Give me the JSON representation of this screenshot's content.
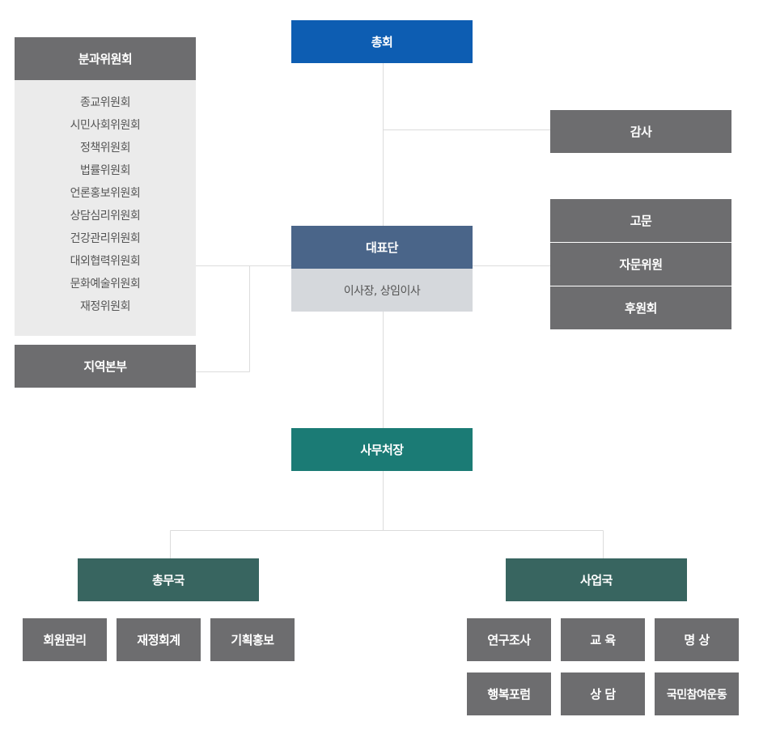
{
  "top": {
    "label": "총회"
  },
  "audit": {
    "label": "감사"
  },
  "advisory": [
    "고문",
    "자문위원",
    "후원회"
  ],
  "leadership": {
    "label": "대표단",
    "members": "이사장, 상임이사"
  },
  "committees": {
    "header": "분과위원회",
    "items": [
      "종교위원회",
      "시민사회위원회",
      "정책위원회",
      "법률위원회",
      "언론홍보위원회",
      "상담심리위원회",
      "건강관리위원회",
      "대외협력위원회",
      "문화예술위원회",
      "재정위원회"
    ]
  },
  "regional": {
    "label": "지역본부"
  },
  "secretariat": {
    "label": "사무처장"
  },
  "general_affairs": {
    "label": "총무국",
    "teams": [
      "회원관리",
      "재정회계",
      "기획홍보"
    ]
  },
  "business": {
    "label": "사업국",
    "teams": [
      "연구조사",
      "교 육",
      "명 상",
      "행복포럼",
      "상 담",
      "국민참여운동"
    ]
  },
  "colors": {
    "blue": "#0d5db2",
    "slate": "#4a6589",
    "teal": "#1b7b75",
    "green": "#386560",
    "gray": "#6d6d6f"
  }
}
